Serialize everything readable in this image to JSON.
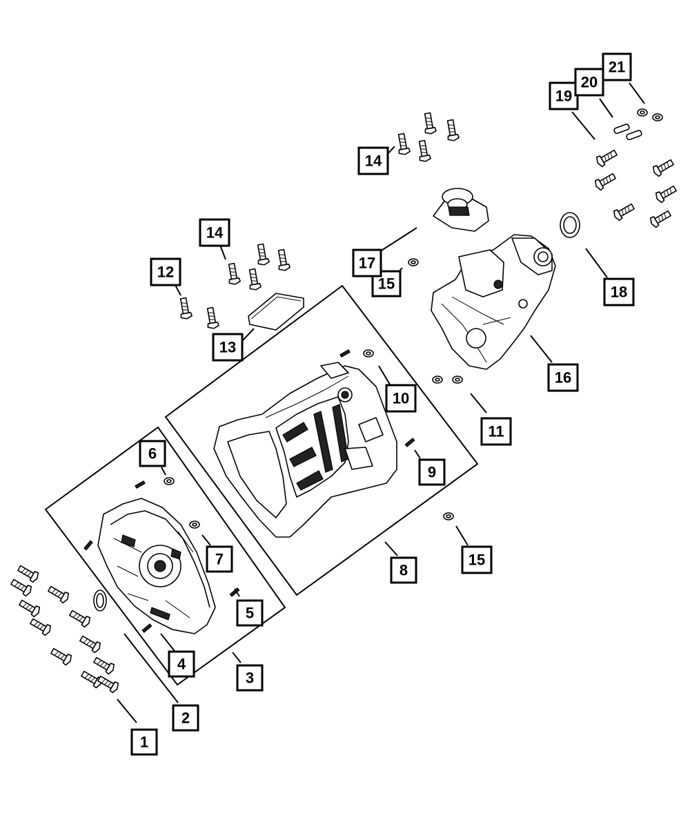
{
  "diagram": {
    "type": "exploded-parts-view",
    "callouts": [
      {
        "id": "c1",
        "label": "1"
      },
      {
        "id": "c2",
        "label": "2"
      },
      {
        "id": "c3",
        "label": "3"
      },
      {
        "id": "c4",
        "label": "4"
      },
      {
        "id": "c5",
        "label": "5"
      },
      {
        "id": "c6",
        "label": "6"
      },
      {
        "id": "c7",
        "label": "7"
      },
      {
        "id": "c8",
        "label": "8"
      },
      {
        "id": "c9",
        "label": "9"
      },
      {
        "id": "c10",
        "label": "10"
      },
      {
        "id": "c11",
        "label": "11"
      },
      {
        "id": "c12",
        "label": "12"
      },
      {
        "id": "c13",
        "label": "13"
      },
      {
        "id": "c14a",
        "label": "14"
      },
      {
        "id": "c14b",
        "label": "14"
      },
      {
        "id": "c15a",
        "label": "15"
      },
      {
        "id": "c15b",
        "label": "15"
      },
      {
        "id": "c16",
        "label": "16"
      },
      {
        "id": "c17",
        "label": "17"
      },
      {
        "id": "c18",
        "label": "18"
      },
      {
        "id": "c19",
        "label": "19"
      },
      {
        "id": "c20",
        "label": "20"
      },
      {
        "id": "c21",
        "label": "21"
      }
    ]
  }
}
